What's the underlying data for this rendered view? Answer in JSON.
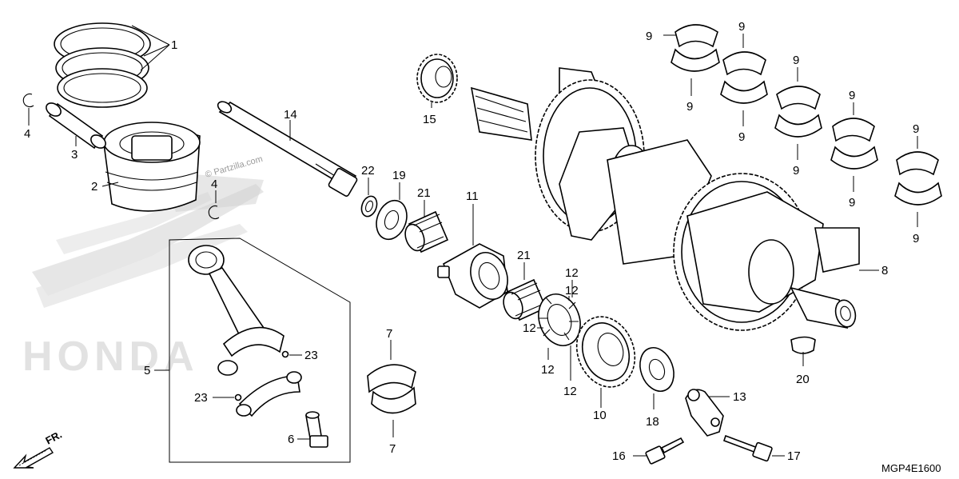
{
  "diagram": {
    "code": "MGP4E1600",
    "watermark": "© Partzilla.com",
    "direction_label": "FR.",
    "background_brand": "HONDA",
    "callouts": {
      "c1": "1",
      "c2": "2",
      "c3": "3",
      "c4a": "4",
      "c4b": "4",
      "c5": "5",
      "c6": "6",
      "c7a": "7",
      "c7b": "7",
      "c8": "8",
      "c9_1": "9",
      "c9_2": "9",
      "c9_3": "9",
      "c9_4": "9",
      "c9_5": "9",
      "c9_6": "9",
      "c9_7": "9",
      "c9_8": "9",
      "c9_9": "9",
      "c9_10": "9",
      "c10": "10",
      "c11": "11",
      "c12a": "12",
      "c12b": "12",
      "c12c": "12",
      "c12d": "12",
      "c12e": "12",
      "c13": "13",
      "c14": "14",
      "c15": "15",
      "c16": "16",
      "c17": "17",
      "c18": "18",
      "c19": "19",
      "c20": "20",
      "c21a": "21",
      "c21b": "21",
      "c22": "22",
      "c23a": "23",
      "c23b": "23"
    }
  }
}
